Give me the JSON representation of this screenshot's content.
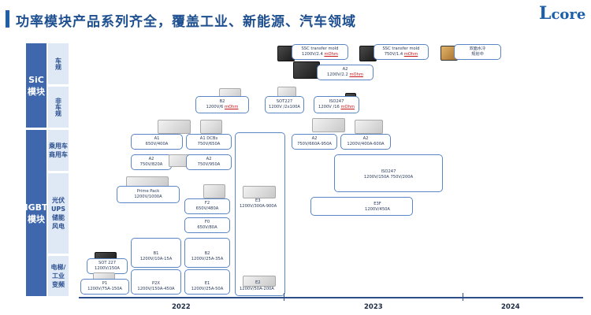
{
  "title": "功率模块产品系列齐全，覆盖工业、新能源、汽车领域",
  "logo": {
    "first": "L",
    "rest": "core"
  },
  "categories": {
    "sic": "SiC 模块",
    "igbt": "IGBT 模块",
    "sic_auto": "车规",
    "sic_nonauto": "非车规",
    "igbt_passenger": "乘用车 商用车",
    "igbt_pv": "光伏 UPS 储能 风电",
    "igbt_elevator": "电梯/ 工业 变频"
  },
  "products": {
    "ssc1": {
      "name": "SSC transfer mold",
      "spec": "1200V/2.4 ",
      "unit": "mOhm"
    },
    "ssc2": {
      "name": "SSC transfer mold",
      "spec": "750V/1.4 ",
      "unit": "mOhm"
    },
    "double_side": {
      "line1": "双面水冷",
      "line2": "规划中"
    },
    "sic_a2": {
      "name": "A2",
      "spec": "1200V/2.2 ",
      "unit": "mOhm"
    },
    "sic_b2": {
      "name": "B2",
      "spec": "1200V/6 ",
      "unit": "mOhm"
    },
    "sic_sot227": {
      "name": "SOT227",
      "spec": "1200V /2x100A"
    },
    "sic_iso247": {
      "name": "ISO247",
      "spec": "1200V /16 ",
      "unit": "mOhm"
    },
    "a1": {
      "name": "A1",
      "spec": "650V/400A"
    },
    "a1dcb": {
      "name": "A1 DCBs",
      "spec": "750V/650A"
    },
    "a2_750_820": {
      "name": "A2",
      "spec": "750V/820A"
    },
    "a2_750_950": {
      "name": "A2",
      "spec": "750V/950A"
    },
    "a2_2023_a": {
      "name": "A2",
      "spec": "750V/660A-950A"
    },
    "a2_2023_b": {
      "name": "A2",
      "spec": "1200V/400A-600A"
    },
    "primepack": {
      "name": "Prime Pack",
      "spec": "1200V/1000A"
    },
    "f2": {
      "name": "F2",
      "spec": "650V/480A"
    },
    "f0": {
      "name": "F0",
      "spec": "650V/80A"
    },
    "e3": {
      "name": "E3",
      "spec": "1200V/300A-900A"
    },
    "iso247": {
      "name": "ISO247",
      "spec": "1200V/150A   750V/200A"
    },
    "e3f": {
      "name": "E3F",
      "spec": "1200V/450A"
    },
    "sot227": {
      "name": "SOT 227",
      "spec": "1200V/150A"
    },
    "p1": {
      "name": "P1",
      "spec": "1200V/75A-150A"
    },
    "b1": {
      "name": "B1",
      "spec": "1200V/10A-15A"
    },
    "p2x": {
      "name": "P2X",
      "spec": "1200V/150A-450A"
    },
    "b2": {
      "name": "B2",
      "spec": "1200V/25A-35A"
    },
    "e1": {
      "name": "E1",
      "spec": "1200V/25A-50A"
    },
    "e2": {
      "name": "E2",
      "spec": "1200V/50A-200A"
    }
  },
  "years": [
    "2022",
    "2023",
    "2024"
  ]
}
